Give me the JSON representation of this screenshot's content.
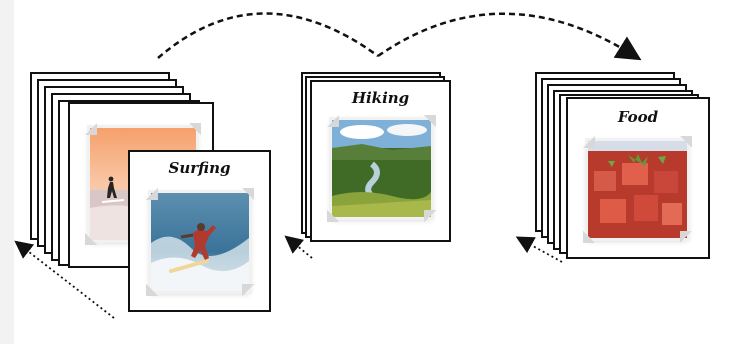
{
  "albums": [
    {
      "id": "surfing",
      "label": "Surfing"
    },
    {
      "id": "hiking",
      "label": "Hiking"
    },
    {
      "id": "food",
      "label": "Food"
    }
  ],
  "colors": {
    "card_border": "#111111",
    "arrow": "#111111",
    "sunset_sky": "#f3b48a",
    "wave": "#3d7fa8",
    "forest": "#4d7a2e",
    "food_red": "#c93a2b"
  },
  "icons": [
    "surfer-photo",
    "sunset-surfer-photo",
    "river-valley-photo",
    "poke-bowl-photo"
  ]
}
